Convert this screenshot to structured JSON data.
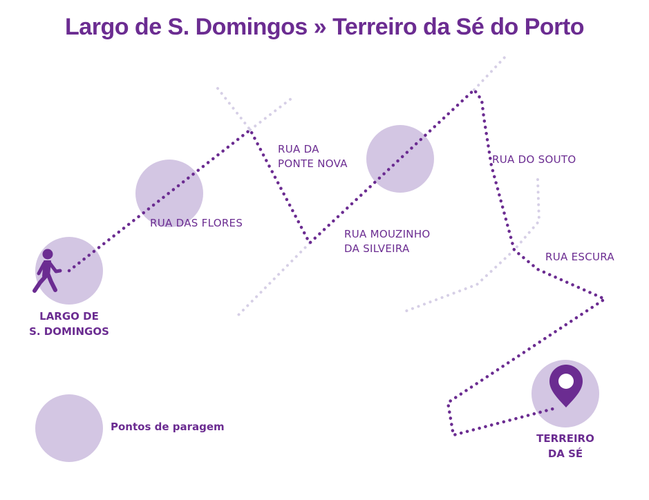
{
  "title": "Largo de S. Domingos » Terreiro da Sé do Porto",
  "streets": {
    "rua_das_flores": "RUA DAS FLORES",
    "rua_da_ponte_nova": "RUA DA\nPONTE NOVA",
    "rua_mouzinho": "RUA MOUZINHO\nDA SILVEIRA",
    "rua_do_souto": "RUA DO SOUTO",
    "rua_escura": "RUA ESCURA"
  },
  "places": {
    "start": "LARGO DE\nS. DOMINGOS",
    "end": "TERREIRO\nDA SÉ"
  },
  "legend": {
    "stop_points": "Pontos de paragem"
  },
  "colors": {
    "route": "#6b2c91",
    "street_dots": "#d6cfe6",
    "stop_circle": "#d3c6e3",
    "text": "#6b2c91"
  },
  "icons": {
    "start": "walking-person-icon",
    "end": "map-pin-icon"
  }
}
